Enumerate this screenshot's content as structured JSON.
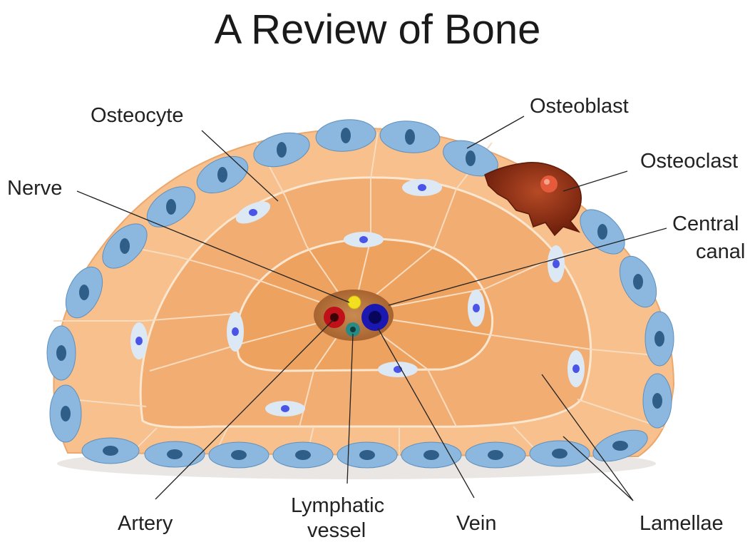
{
  "title": "A Review of Bone",
  "labels": {
    "osteocyte": "Osteocyte",
    "osteoblast": "Osteoblast",
    "osteoclast": "Osteoclast",
    "nerve": "Nerve",
    "central_canal_1": "Central",
    "central_canal_2": "canal",
    "artery": "Artery",
    "lymphatic_1": "Lymphatic",
    "lymphatic_2": "vessel",
    "vein": "Vein",
    "lamellae": "Lamellae"
  },
  "colors": {
    "outer_fill": "#f7c08c",
    "middle_fill": "#f2ad72",
    "inner_fill": "#eea25f",
    "cell_line": "#f5dcc0",
    "osteoblast": "#8cb8df",
    "osteoblast_nucleus": "#2f5f88",
    "osteocyte_nucleus": "#4a55e8",
    "osteoclast": "#8b2c12",
    "canal": "#b8703a",
    "artery": "#c0101a",
    "vein": "#1a18b0",
    "nerve": "#f2e020",
    "lymph": "#2a8a86"
  }
}
